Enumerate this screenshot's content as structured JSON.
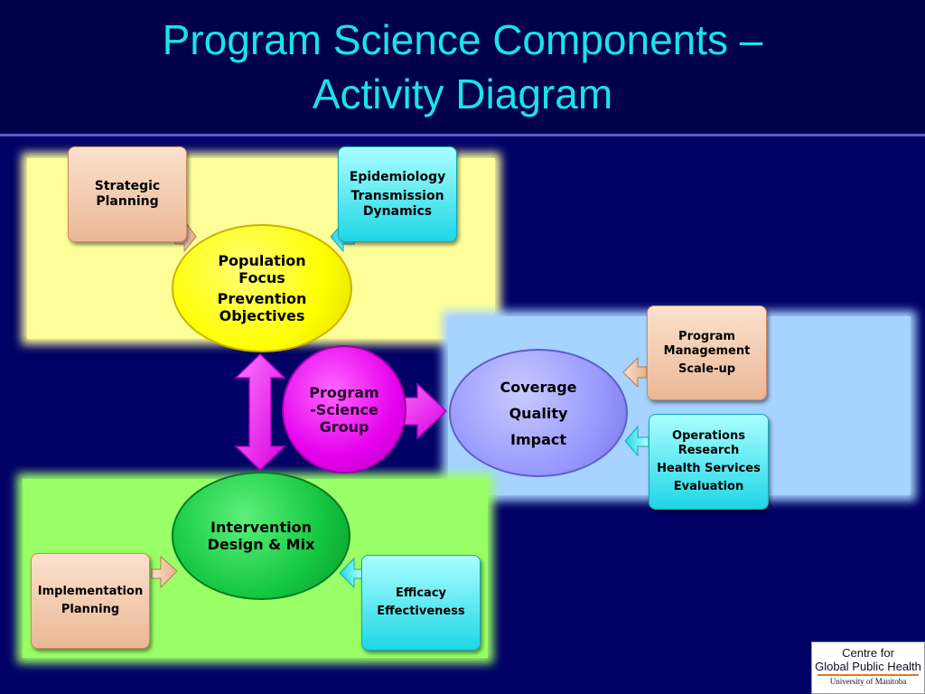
{
  "slide": {
    "title_line1": "Program Science Components –",
    "title_line2": "Activity Diagram"
  },
  "colors": {
    "background": "#000066",
    "title": "#19e3ea",
    "zone_population": "#ffff99",
    "zone_coverage": "#a6d3ff",
    "zone_intervention": "#99ff66",
    "peach_box": "#ebb896",
    "cyan_box": "#1fd6e6",
    "arrow_magenta": "#e600ee"
  },
  "nodes": {
    "population": {
      "line1": "Population",
      "line2": "Focus",
      "line3": "Prevention",
      "line4": "Objectives"
    },
    "center": {
      "line1": "Program",
      "line2": "-Science",
      "line3": "Group"
    },
    "coverage": {
      "line1": "Coverage",
      "line2": "Quality",
      "line3": "Impact"
    },
    "intervention": {
      "line1": "Intervention",
      "line2": "Design & Mix"
    }
  },
  "boxes": {
    "strategic": {
      "line1": "Strategic",
      "line2": "Planning"
    },
    "epidemiology": {
      "line1": "Epidemiology",
      "line2": "Transmission",
      "line3": "Dynamics"
    },
    "program_mgmt": {
      "line1": "Program",
      "line2": "Management",
      "line3": "Scale-up"
    },
    "operations": {
      "line1": "Operations",
      "line2": "Research",
      "line3": "Health Services",
      "line4": "Evaluation"
    },
    "implementation": {
      "line1": "Implementation",
      "line2": "Planning"
    },
    "efficacy": {
      "line1": "Efficacy",
      "line2": "Effectiveness"
    }
  },
  "logo": {
    "line1": "Centre for",
    "line2": "Global Public Health",
    "line3": "University of Manitoba"
  }
}
